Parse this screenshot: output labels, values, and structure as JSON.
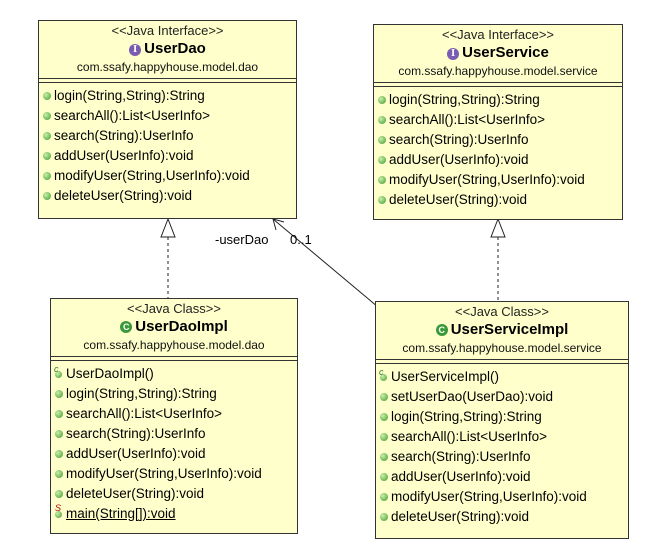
{
  "classes": {
    "user_dao": {
      "stereotype": "<<Java Interface>>",
      "name": "UserDao",
      "package": "com.ssafy.happyhouse.model.dao",
      "icon": "interface-icon",
      "operations": [
        "login(String,String):String",
        "searchAll():List<UserInfo>",
        "search(String):UserInfo",
        "addUser(UserInfo):void",
        "modifyUser(String,UserInfo):void",
        "deleteUser(String):void"
      ]
    },
    "user_service": {
      "stereotype": "<<Java Interface>>",
      "name": "UserService",
      "package": "com.ssafy.happyhouse.model.service",
      "icon": "interface-icon",
      "operations": [
        "login(String,String):String",
        "searchAll():List<UserInfo>",
        "search(String):UserInfo",
        "addUser(UserInfo):void",
        "modifyUser(String,UserInfo):void",
        "deleteUser(String):void"
      ]
    },
    "user_dao_impl": {
      "stereotype": "<<Java Class>>",
      "name": "UserDaoImpl",
      "package": "com.ssafy.happyhouse.model.dao",
      "icon": "class-icon",
      "operations": [
        "UserDaoImpl()",
        "login(String,String):String",
        "searchAll():List<UserInfo>",
        "search(String):UserInfo",
        "addUser(UserInfo):void",
        "modifyUser(String,UserInfo):void",
        "deleteUser(String):void",
        "main(String[]):void"
      ]
    },
    "user_service_impl": {
      "stereotype": "<<Java Class>>",
      "name": "UserServiceImpl",
      "package": "com.ssafy.happyhouse.model.service",
      "icon": "class-icon",
      "operations": [
        "UserServiceImpl()",
        "setUserDao(UserDao):void",
        "login(String,String):String",
        "searchAll():List<UserInfo>",
        "search(String):UserInfo",
        "addUser(UserInfo):void",
        "modifyUser(String,UserInfo):void",
        "deleteUser(String):void"
      ]
    }
  },
  "association": {
    "role": "-userDao",
    "multiplicity": "0..1"
  },
  "colors": {
    "box_fill": "#ffffcc",
    "border": "#333333",
    "interface_icon": "#7a5cb0",
    "class_icon": "#3a9a3a",
    "method_dot": "#3f9a2e"
  }
}
